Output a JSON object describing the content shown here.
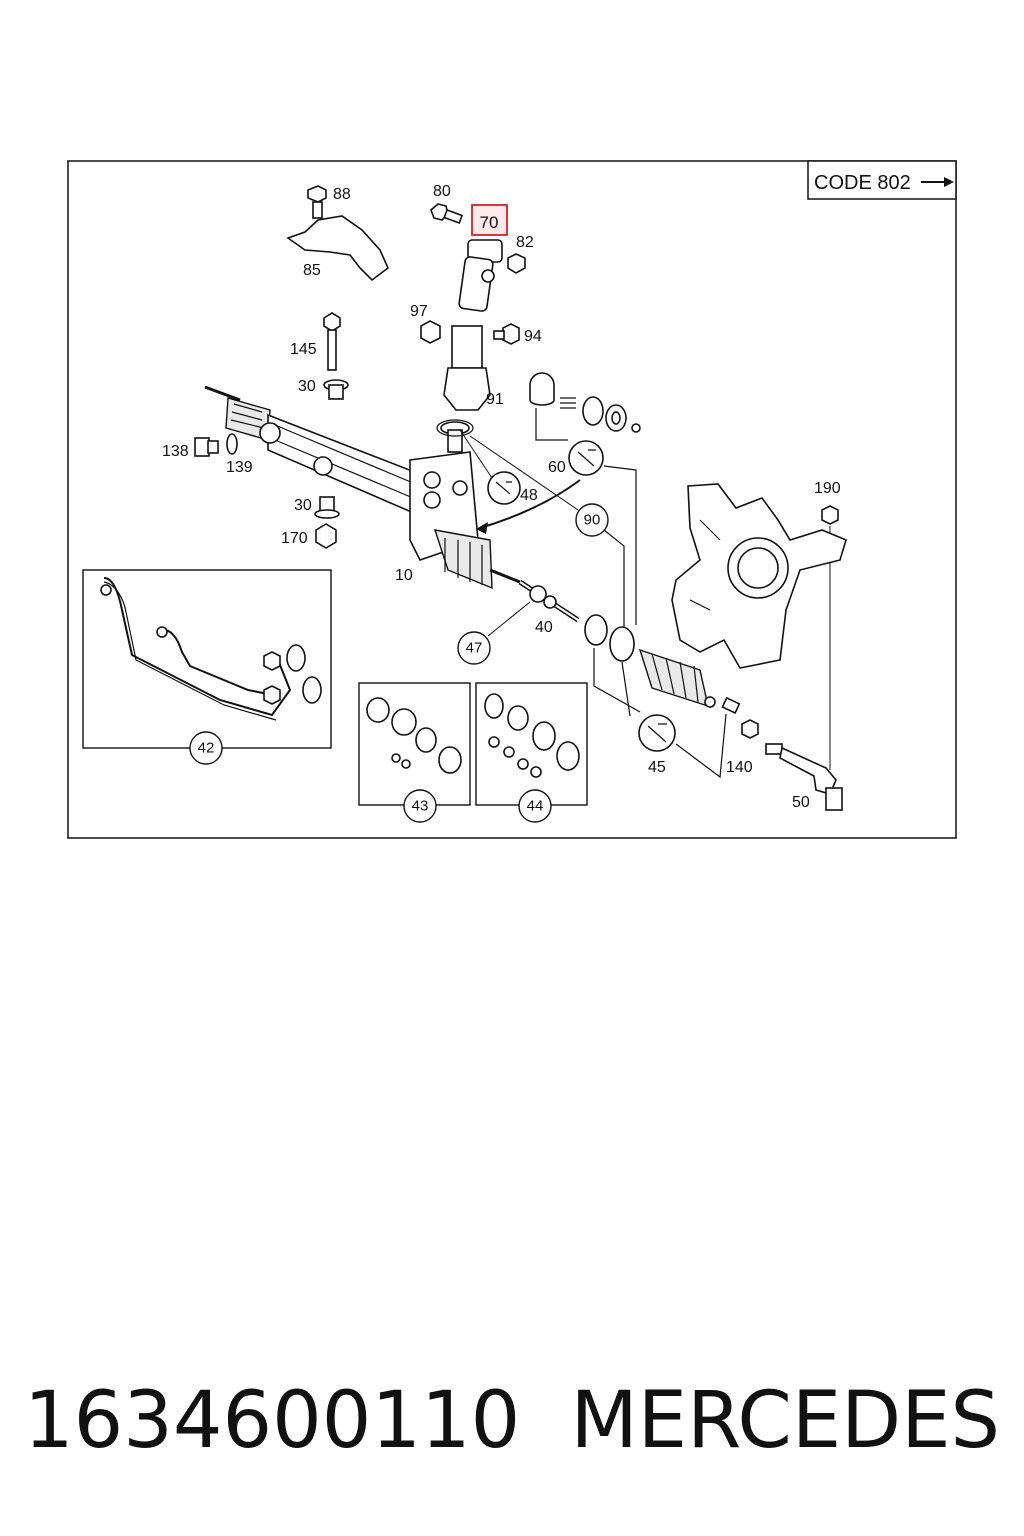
{
  "code_box": "CODE 802",
  "highlighted_label": "70",
  "labels": {
    "l88": "88",
    "l80": "80",
    "l82": "82",
    "l85": "85",
    "l97": "97",
    "l94": "94",
    "l145": "145",
    "l30a": "30",
    "l91": "91",
    "l138": "138",
    "l139": "139",
    "l60": "60",
    "l48": "48",
    "l30b": "30",
    "l170": "170",
    "l10": "10",
    "l190": "190",
    "l40": "40",
    "l45": "45",
    "l140": "140",
    "l50": "50"
  },
  "bubbles": {
    "b90": "90",
    "b47": "47",
    "b42": "42",
    "b43": "43",
    "b44": "44"
  },
  "caption": {
    "part_number": "1634600110",
    "brand": "MERCEDES"
  }
}
